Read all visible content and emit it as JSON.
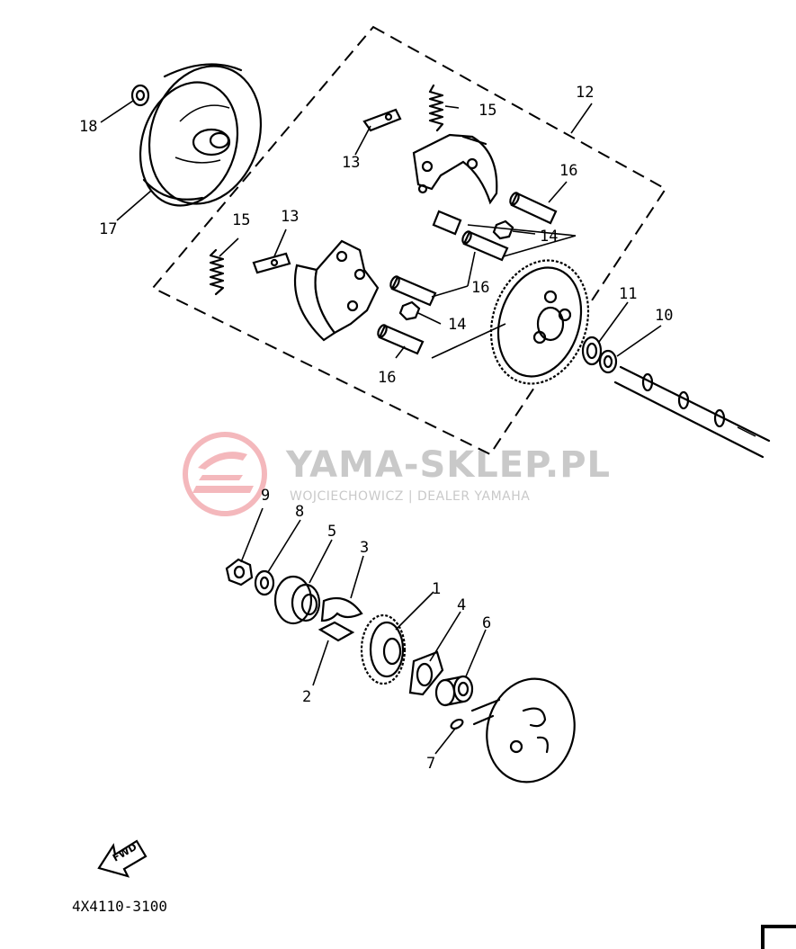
{
  "callouts": {
    "p1": "1",
    "p2": "2",
    "p3": "3",
    "p4": "4",
    "p5": "5",
    "p6": "6",
    "p7": "7",
    "p8": "8",
    "p9": "9",
    "p10": "10",
    "p11": "11",
    "p12": "12",
    "p13a": "13",
    "p13b": "13",
    "p14a": "14",
    "p14b": "14",
    "p15a": "15",
    "p15b": "15",
    "p16a": "16",
    "p16b": "16",
    "p16c": "16",
    "p17": "17",
    "p18": "18"
  },
  "watermark": {
    "title": "YAMA-SKLEP.PL",
    "subtitle": "WOJCIECHOWICZ | DEALER YAMAHA",
    "logo_color": "#f4b8bc"
  },
  "fwd_label": "FWD",
  "diagram_code": "4X4110-3100"
}
